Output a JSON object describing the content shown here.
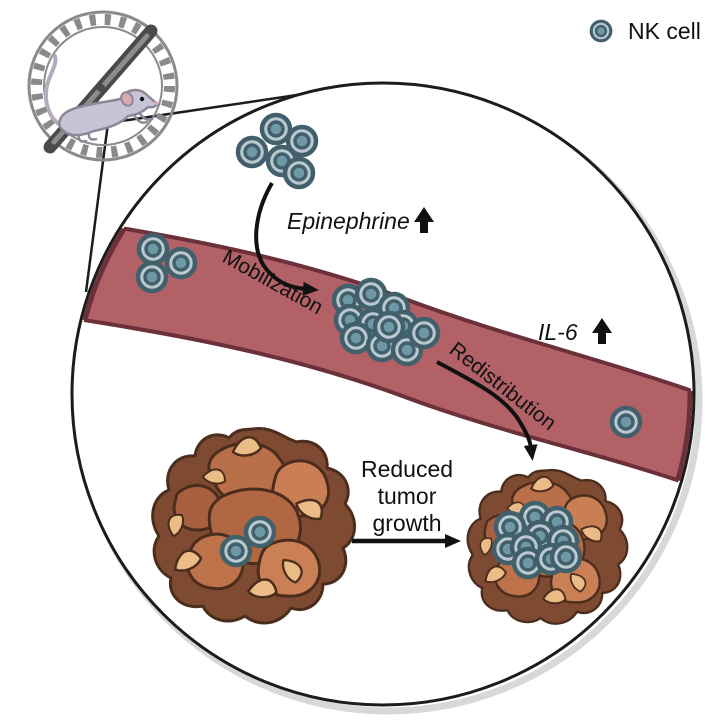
{
  "legend": {
    "label": "NK cell"
  },
  "annotations": {
    "epinephrine": "Epinephrine",
    "il6": "IL-6",
    "mobilization": "Mobilization",
    "redistribution": "Redistribution",
    "reduced": [
      "Reduced",
      "tumor",
      "growth"
    ]
  },
  "colors": {
    "text": "#111111",
    "arrow": "#111111",
    "circle_stroke": "#1c1c1c",
    "circle_shadow": "#d8d8d8",
    "vessel": "#b26267",
    "vessel_border": "#6b3039",
    "cell_outline": "#42606b",
    "cell_body": "#bac9cf",
    "cell_nucleus": "#6f98a6",
    "tumor": {
      "base": "#7e4a31",
      "outline": "#4a2d1d",
      "lobe1": "#b96f48",
      "lobe2": "#c97e54",
      "lobe3": "#b06742",
      "lobe4": "#ca7f55",
      "lobe5": "#bd7249",
      "lobe6": "#a86040",
      "wedge": "#ecbc87"
    },
    "mouse_body": "#c7c4d6",
    "mouse_outline": "#8d8699",
    "mouse_ear": "#d9a9b4",
    "mouse_tail": "#b5abbd",
    "wheel": "#8a8a8a",
    "axle": "#4a4a4a",
    "axle_light": "#8c8c8c"
  },
  "nk_cells": {
    "top_cluster": [
      [
        276,
        129
      ],
      [
        302,
        141
      ],
      [
        252,
        152
      ],
      [
        282,
        161
      ],
      [
        299,
        173
      ]
    ],
    "vessel_left": [
      [
        153,
        249
      ],
      [
        181,
        263
      ],
      [
        152,
        277
      ]
    ],
    "vessel_cluster": [
      [
        348,
        300
      ],
      [
        371,
        294
      ],
      [
        394,
        308
      ],
      [
        350,
        320
      ],
      [
        373,
        324
      ],
      [
        403,
        326
      ],
      [
        356,
        338
      ],
      [
        382,
        346
      ],
      [
        407,
        350
      ],
      [
        424,
        333
      ],
      [
        389,
        327
      ]
    ],
    "vessel_lone": [
      [
        626,
        422
      ]
    ],
    "tumor_large": [
      [
        260,
        532
      ],
      [
        236,
        551
      ]
    ],
    "tumor_small": [
      [
        535,
        517
      ],
      [
        510,
        527
      ],
      [
        557,
        522
      ],
      [
        540,
        536
      ],
      [
        508,
        549
      ],
      [
        526,
        547
      ],
      [
        563,
        541
      ],
      [
        528,
        563
      ],
      [
        551,
        559
      ],
      [
        566,
        557
      ]
    ]
  }
}
